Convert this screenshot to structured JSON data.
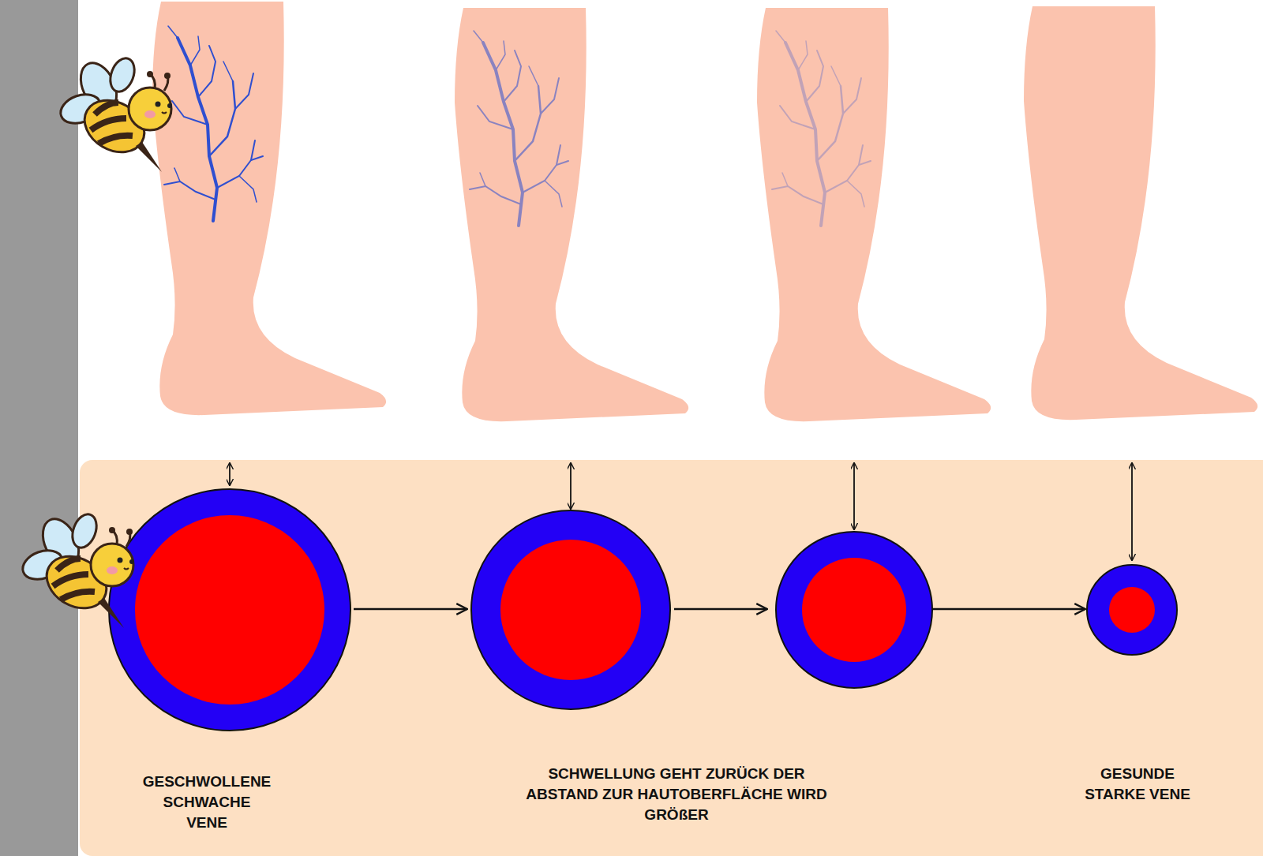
{
  "diagram": {
    "labels": [
      "GESCHWOLLENE SCHWACHE VENE",
      "SCHWELLUNG GEHT ZURÜCK DER ABSTAND ZUR HAUTOBERFLÄCHE WIRD GRÖßER",
      "GESUNDE STARKE VENE"
    ]
  }
}
